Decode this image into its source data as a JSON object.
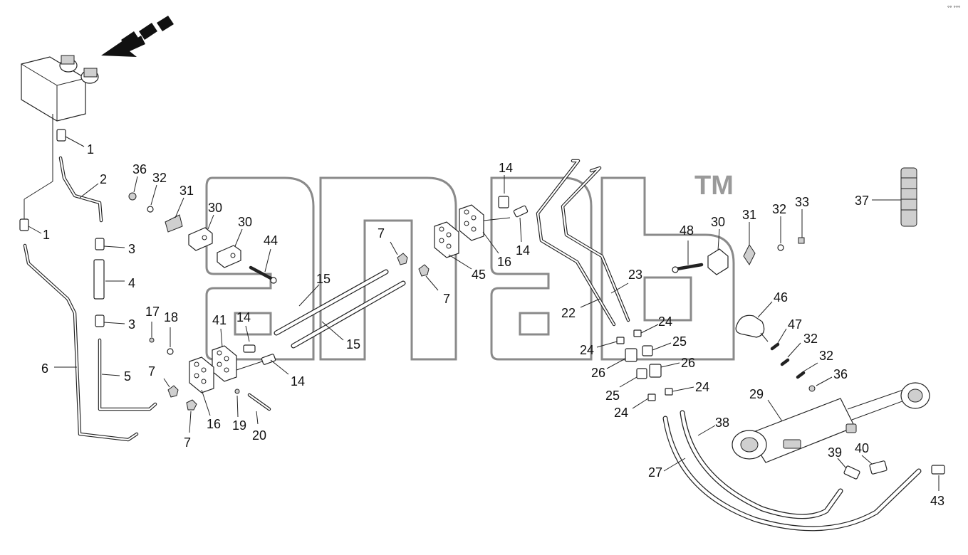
{
  "trademark": "TM",
  "corner_mark": "°° °°°",
  "callouts": [
    {
      "id": "c1a",
      "text": "1"
    },
    {
      "id": "c1b",
      "text": "1"
    },
    {
      "id": "c2",
      "text": "2"
    },
    {
      "id": "c3a",
      "text": "3"
    },
    {
      "id": "c4",
      "text": "4"
    },
    {
      "id": "c3b",
      "text": "3"
    },
    {
      "id": "c5",
      "text": "5"
    },
    {
      "id": "c6",
      "text": "6"
    },
    {
      "id": "c36a",
      "text": "36"
    },
    {
      "id": "c32a",
      "text": "32"
    },
    {
      "id": "c31a",
      "text": "31"
    },
    {
      "id": "c30a",
      "text": "30"
    },
    {
      "id": "c30b",
      "text": "30"
    },
    {
      "id": "c44",
      "text": "44"
    },
    {
      "id": "c17",
      "text": "17"
    },
    {
      "id": "c18",
      "text": "18"
    },
    {
      "id": "c7a",
      "text": "7"
    },
    {
      "id": "c7b",
      "text": "7"
    },
    {
      "id": "c41",
      "text": "41"
    },
    {
      "id": "c14a",
      "text": "14"
    },
    {
      "id": "c16a",
      "text": "16"
    },
    {
      "id": "c19",
      "text": "19"
    },
    {
      "id": "c20",
      "text": "20"
    },
    {
      "id": "c14b",
      "text": "14"
    },
    {
      "id": "c15a",
      "text": "15"
    },
    {
      "id": "c15b",
      "text": "15"
    },
    {
      "id": "c7c",
      "text": "7"
    },
    {
      "id": "c7d",
      "text": "7"
    },
    {
      "id": "c45",
      "text": "45"
    },
    {
      "id": "c16b",
      "text": "16"
    },
    {
      "id": "c14c",
      "text": "14"
    },
    {
      "id": "c14d",
      "text": "14"
    },
    {
      "id": "c22",
      "text": "22"
    },
    {
      "id": "c23",
      "text": "23"
    },
    {
      "id": "c24a",
      "text": "24"
    },
    {
      "id": "c24b",
      "text": "24"
    },
    {
      "id": "c25a",
      "text": "25"
    },
    {
      "id": "c26a",
      "text": "26"
    },
    {
      "id": "c26b",
      "text": "26"
    },
    {
      "id": "c25b",
      "text": "25"
    },
    {
      "id": "c24c",
      "text": "24"
    },
    {
      "id": "c24d",
      "text": "24"
    },
    {
      "id": "c48",
      "text": "48"
    },
    {
      "id": "c30c",
      "text": "30"
    },
    {
      "id": "c31b",
      "text": "31"
    },
    {
      "id": "c32b",
      "text": "32"
    },
    {
      "id": "c33",
      "text": "33"
    },
    {
      "id": "c37",
      "text": "37"
    },
    {
      "id": "c46",
      "text": "46"
    },
    {
      "id": "c47",
      "text": "47"
    },
    {
      "id": "c32c",
      "text": "32"
    },
    {
      "id": "c32d",
      "text": "32"
    },
    {
      "id": "c36b",
      "text": "36"
    },
    {
      "id": "c29",
      "text": "29"
    },
    {
      "id": "c38",
      "text": "38"
    },
    {
      "id": "c27",
      "text": "27"
    },
    {
      "id": "c39",
      "text": "39"
    },
    {
      "id": "c40",
      "text": "40"
    },
    {
      "id": "c43",
      "text": "43"
    }
  ]
}
